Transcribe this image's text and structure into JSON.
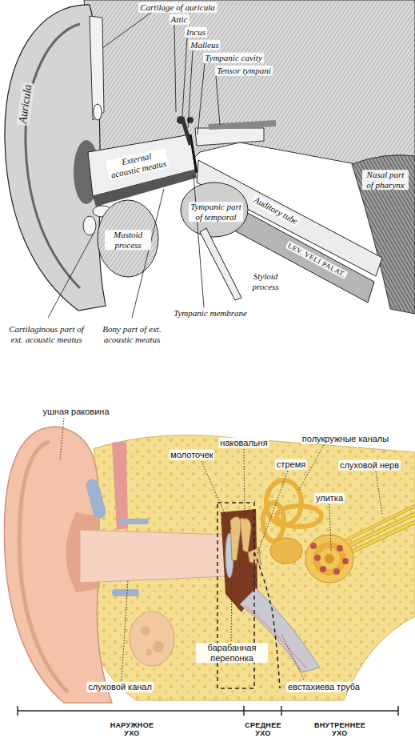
{
  "diagram": {
    "labels": [
      "Cartilage of auricula",
      "Attic",
      "Incus",
      "Malleus",
      "Tympanic cavity",
      "Tensor tympani",
      "Auricula",
      "External acoustic meatus",
      "Auditory tube",
      "Nasal part of pharynx",
      "Mastoid process",
      "Tympanic part of temporal",
      "LEV. VELI PALAT.",
      "Styloid process",
      "Cartilaginous part of ext. acoustic meatus",
      "Bony part of ext. acoustic meatus",
      "Tympanic membrane",
      "ушная раковина",
      "молоточек",
      "наковальня",
      "стремя",
      "полукружные каналы",
      "слуховой нерв",
      "улитка",
      "барабанная перепонка",
      "слуховой канал",
      "евстахиева труба",
      "НАРУЖНОЕ УХО",
      "СРЕДНЕЕ УХО",
      "ВНУТРЕННЕЕ УХО"
    ]
  }
}
